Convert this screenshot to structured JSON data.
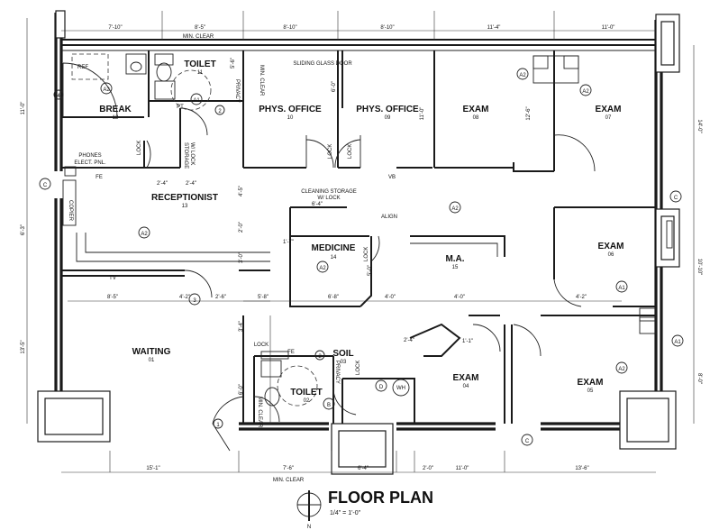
{
  "title": "FLOOR PLAN",
  "scale": "1/4\" = 1'-0\"",
  "north_symbol": "N",
  "rooms": [
    {
      "name": "BREAK",
      "number": "12"
    },
    {
      "name": "TOILET",
      "number": "11"
    },
    {
      "name": "PHYS. OFFICE",
      "number": "10"
    },
    {
      "name": "PHYS. OFFICE",
      "number": "09"
    },
    {
      "name": "EXAM",
      "number": "08"
    },
    {
      "name": "EXAM",
      "number": "07"
    },
    {
      "name": "RECEPTIONIST",
      "number": "13"
    },
    {
      "name": "MEDICINE",
      "number": "14"
    },
    {
      "name": "M.A.",
      "number": "15"
    },
    {
      "name": "EXAM",
      "number": "06"
    },
    {
      "name": "WAITING",
      "number": "01"
    },
    {
      "name": "SOIL",
      "number": "03"
    },
    {
      "name": "TOILET",
      "number": "02"
    },
    {
      "name": "EXAM",
      "number": "04"
    },
    {
      "name": "EXAM",
      "number": "05"
    }
  ],
  "notes": {
    "min_clear_top": "MIN. CLEAR",
    "min_clear_bottom": "MIN. CLEAR",
    "min_clear_v1": "MIN. CLEAR",
    "min_clear_v2": "MIN. CLEAR",
    "sliding_glass_door": "SLIDING GLASS DOOR",
    "cleaning_storage": "CLEANING STORAGE",
    "w_lock": "W/ LOCK",
    "align": "ALIGN",
    "phones": "PHONES",
    "elect_pnl": "ELECT. PNL.",
    "copier": "COPIER",
    "ref": "REF",
    "privacy1": "PRIVACY",
    "privacy2": "PRIVACY",
    "storage": "STORAGE",
    "storage_lock": "W/ LOCK",
    "lock1": "LOCK",
    "lock2": "LOCK",
    "lock3": "LOCK",
    "lock4": "LOCK",
    "lock5": "LOCK",
    "lock6": "LOCK",
    "vb": "VB",
    "tv": "TV",
    "fe1": "FE",
    "fe2": "FE",
    "pt": "PT",
    "wh": "WH"
  },
  "dims": {
    "top1": "7'-10\"",
    "top2": "8'-5\"",
    "top3": "8'-10\"",
    "top4": "8'-10\"",
    "top5": "11'-4\"",
    "top6": "11'-0\"",
    "bottom1": "15'-1\"",
    "bottom2": "7'-6\"",
    "bottom3": "6'-4\"",
    "bottom4": "2'-0\"",
    "bottom5": "11'-0\"",
    "bottom6": "13'-6\"",
    "left1": "11'-0\"",
    "left2": "6'-3\"",
    "left3": "13'-5\"",
    "right1": "14'-0\"",
    "right2": "10'-10\"",
    "right3": "8'-0\"",
    "mid1": "8'-5\"",
    "mid2": "4'-2\"",
    "mid3": "2'-6\"",
    "mid4": "5'-8\"",
    "mid5": "6'-8\"",
    "mid6": "4'-0\"",
    "mid7": "4'-0\"",
    "mid8": "4'-2\"",
    "v1": "5'-6\"",
    "v2": "6'-0\"",
    "v3": "11'-0\"",
    "v4": "12'-6\"",
    "v5": "4'-5\"",
    "v6": "2'-0\"",
    "v7": "3'-0\"",
    "v8": "3'-4\"",
    "v9": "6'-0\"",
    "s1": "2'-4\"",
    "s2": "2'-4\"",
    "s3": "6'-4\"",
    "s4": "1'-1\"",
    "s5": "5'-0\"",
    "s6": "1'-7\"",
    "s7": "2'-4\""
  },
  "tags": {
    "a2": "A2",
    "a1": "A1",
    "b": "B",
    "c": "C",
    "d": "D",
    "one": "1",
    "two": "2",
    "three": "3",
    "four": "4"
  }
}
